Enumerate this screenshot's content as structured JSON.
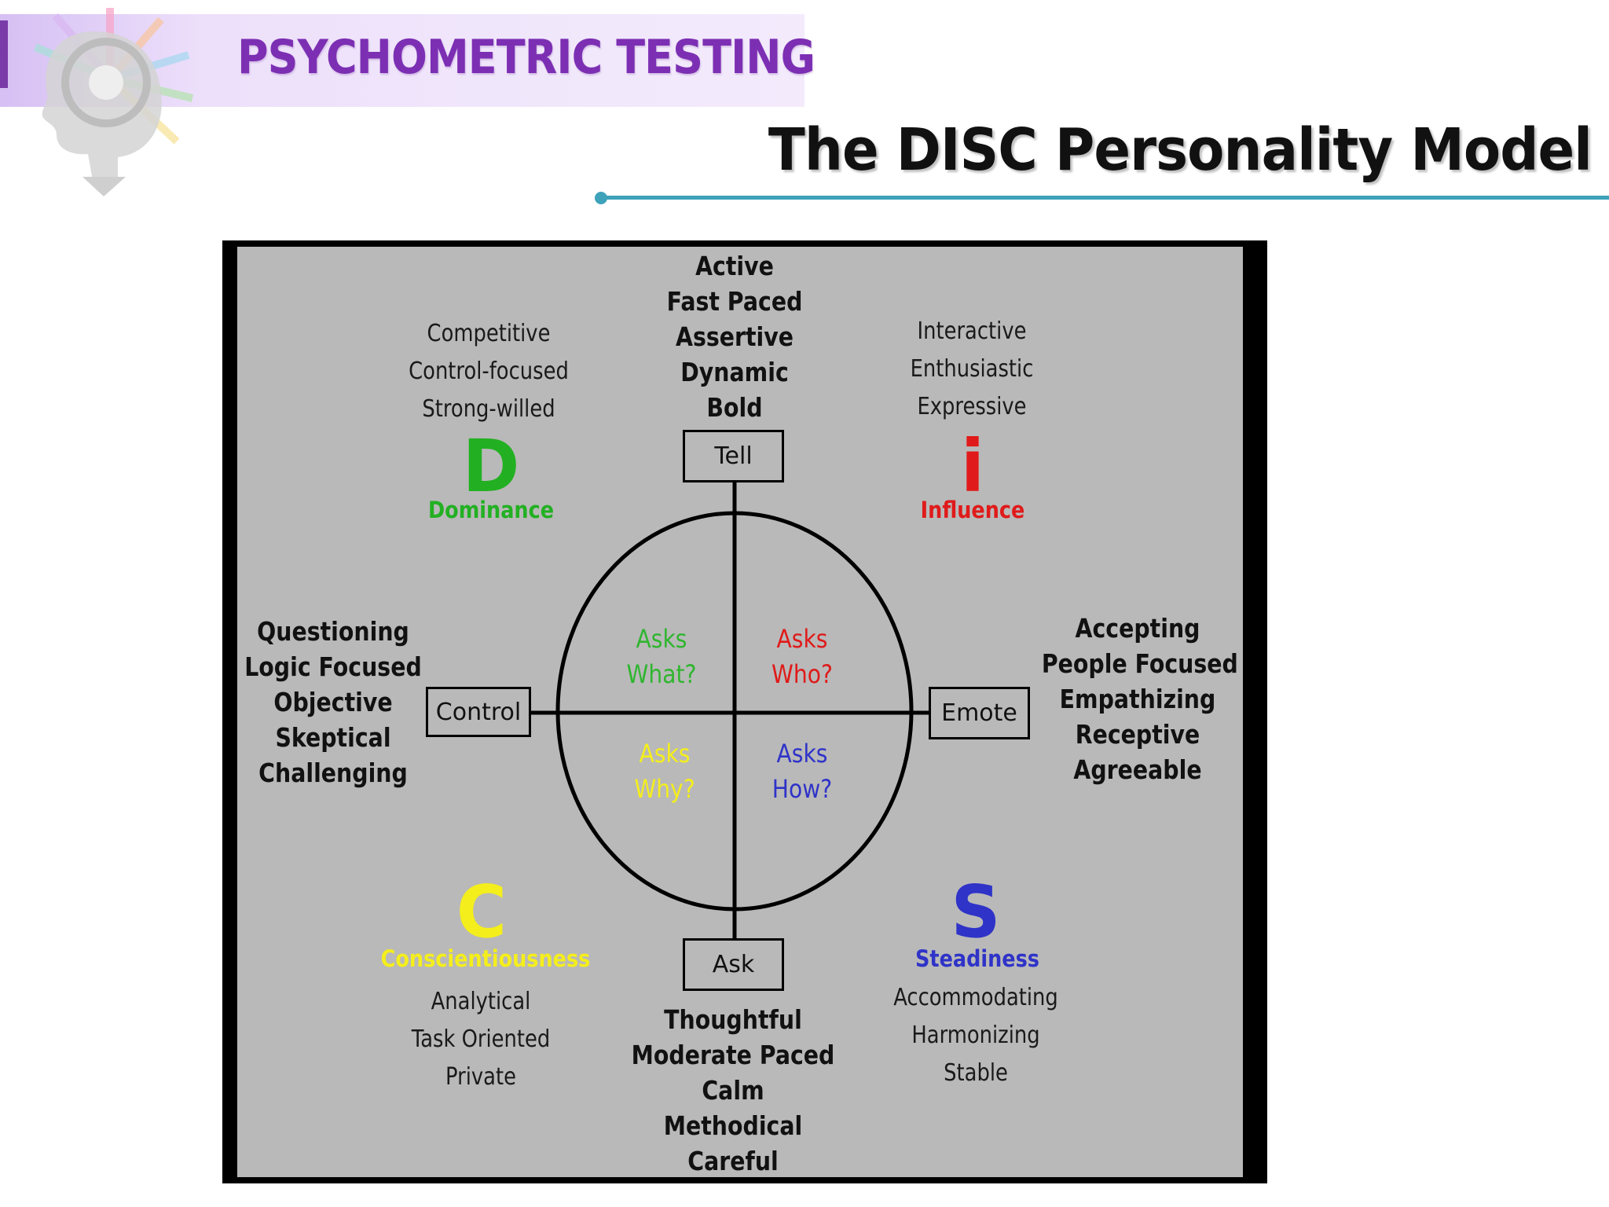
{
  "header": {
    "label": "PSYCHOMETRIC TESTING",
    "title": "The DISC Personality Model",
    "accent_color": "#7c2fb3",
    "rule_color": "#3ea2ba"
  },
  "diagram": {
    "axes": {
      "top": "Tell",
      "bottom": "Ask",
      "left": "Control",
      "right": "Emote"
    },
    "axis_traits": {
      "top": [
        "Active",
        "Fast Paced",
        "Assertive",
        "Dynamic",
        "Bold"
      ],
      "bottom": [
        "Thoughtful",
        "Moderate Paced",
        "Calm",
        "Methodical",
        "Careful"
      ],
      "left": [
        "Questioning",
        "Logic Focused",
        "Objective",
        "Skeptical",
        "Challenging"
      ],
      "right": [
        "Accepting",
        "People Focused",
        "Empathizing",
        "Receptive",
        "Agreeable"
      ]
    },
    "styles": {
      "D": {
        "letter": "D",
        "name": "Dominance",
        "color": "#22b022",
        "traits": [
          "Competitive",
          "Control-focused",
          "Strong-willed"
        ],
        "question": [
          "Asks",
          "What?"
        ]
      },
      "i": {
        "letter": "i",
        "name": "Influence",
        "color": "#e01a1a",
        "traits": [
          "Interactive",
          "Enthusiastic",
          "Expressive"
        ],
        "question": [
          "Asks",
          "Who?"
        ]
      },
      "S": {
        "letter": "S",
        "name": "Steadiness",
        "color": "#2f33c8",
        "traits": [
          "Accommodating",
          "Harmonizing",
          "Stable"
        ],
        "question": [
          "Asks",
          "How?"
        ]
      },
      "C": {
        "letter": "C",
        "name": "Conscientiousness",
        "color": "#f4ee1c",
        "traits": [
          "Analytical",
          "Task Oriented",
          "Private"
        ],
        "question": [
          "Asks",
          "Why?"
        ]
      }
    }
  }
}
